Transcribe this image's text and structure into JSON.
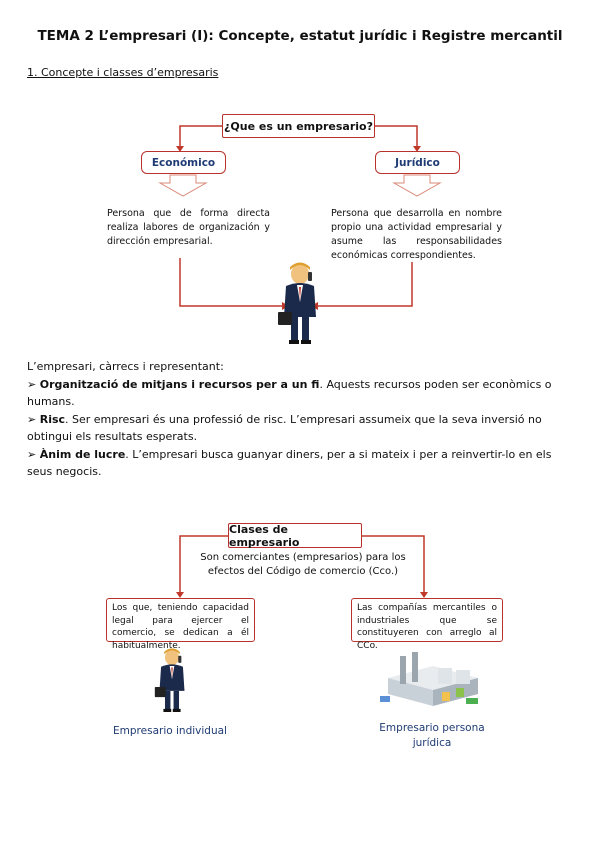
{
  "title": "TEMA 2 L’empresari (I): Concepte, estatut jurídic i Registre mercantil",
  "section": "1. Concepte i classes d’empresaris",
  "diagram1": {
    "question": "¿Que es un empresario?",
    "left_tag": "Económico",
    "right_tag": "Jurídico",
    "left_desc": "Persona que de forma directa realiza labores de organización y dirección empresarial.",
    "right_desc": "Persona que desarrolla en nombre propio una actividad empresarial y asume las responsabilidades económicas correspondientes."
  },
  "body": {
    "intro": "L’empresari, càrrecs i representant:",
    "items": [
      {
        "bullet": "➢",
        "term": "Organització de mitjans i recursos per a un fi",
        "text": ". Aquests recursos poden ser econòmics o humans."
      },
      {
        "bullet": "➢",
        "term": "Risc",
        "text": ". Ser empresari és una professió de risc. L’empresari assumeix que la seva inversió no obtingui els resultats esperats."
      },
      {
        "bullet": "➢",
        "term": "Ànim de lucre",
        "text": ". L’empresari busca guanyar diners, per a si mateix i per a reinvertir-lo en els seus negocis."
      }
    ]
  },
  "diagram2": {
    "title": "Clases de empresario",
    "subtitle": "Son comerciantes (empresarios) para los efectos del Código de comercio (Cco.)",
    "left_box": "Los que, teniendo capacidad legal para ejercer el comercio, se dedican a él habitualmente.",
    "right_box": "Las compañías mercantiles o industriales que se constituyeren con arreglo al CCo.",
    "left_label": "Empresario individual",
    "right_label": "Empresario persona jurídica"
  },
  "colors": {
    "arrow": "#c0392b",
    "tag_text": "#1f3b74"
  }
}
